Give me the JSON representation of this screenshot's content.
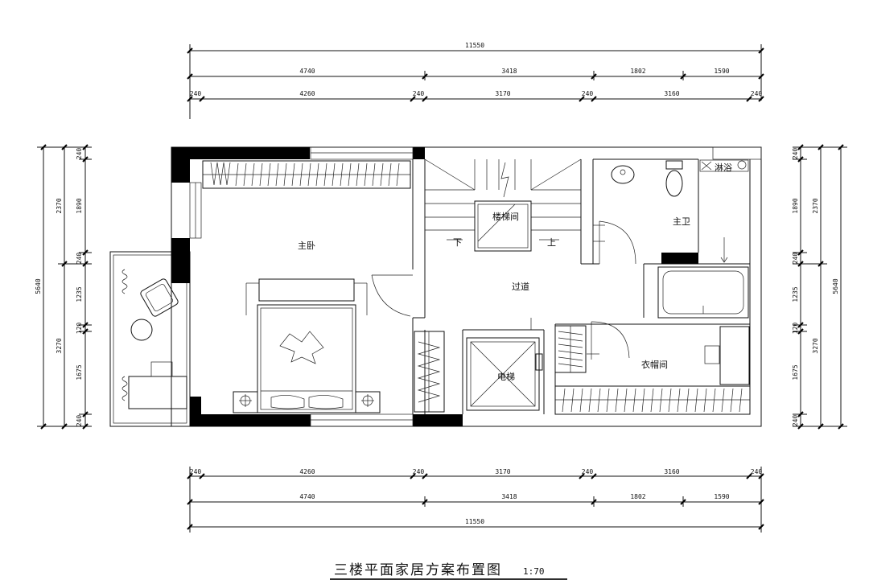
{
  "title": "三楼平面家居方案布置图",
  "scale": "1:70",
  "rooms": {
    "master_bedroom": "主卧",
    "stairwell": "楼梯间",
    "stair_down": "下",
    "stair_up": "上",
    "corridor": "过道",
    "master_bath": "主卫",
    "elevator": "电梯",
    "cloakroom": "衣帽间",
    "shower": "淋浴"
  },
  "dimensions": {
    "overall_width": "11550",
    "overall_depth": "5640",
    "top_mid_row": [
      "4740",
      "3418",
      "1802",
      "1590"
    ],
    "top_inner_row": [
      "240",
      "4260",
      "240",
      "3170",
      "240",
      "3160",
      "240"
    ],
    "bottom_inner_row": [
      "240",
      "4260",
      "240",
      "3170",
      "240",
      "3160",
      "240"
    ],
    "bottom_mid_row": [
      "4740",
      "3418",
      "1802",
      "1590"
    ],
    "left_sections": [
      "2370",
      "3270"
    ],
    "left_detail": [
      "240",
      "1890",
      "240",
      "1235",
      "120",
      "1675",
      "240"
    ],
    "right_detail": [
      "240",
      "1890",
      "240",
      "1235",
      "120",
      "1675",
      "240"
    ],
    "right_sections": [
      "2370",
      "3270"
    ]
  }
}
